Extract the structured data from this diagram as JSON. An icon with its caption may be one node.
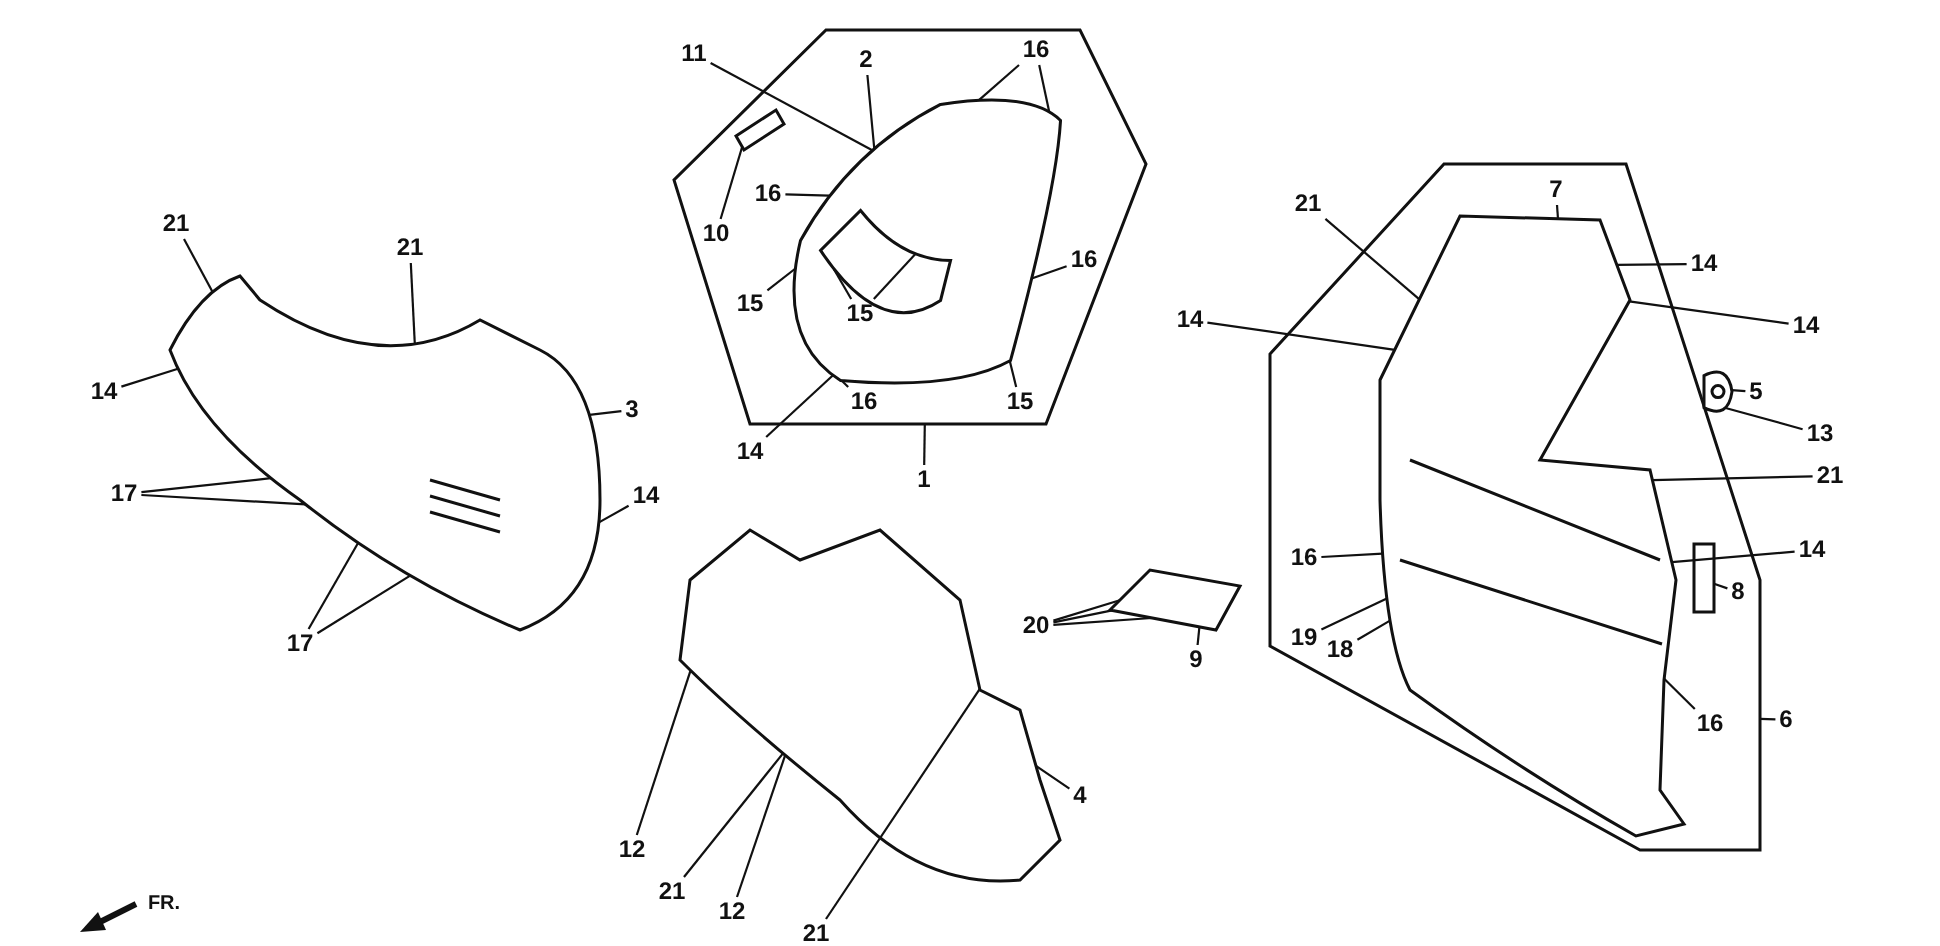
{
  "diagram": {
    "nodes": [
      {
        "text": [
          "21"
        ]
      },
      {
        "text": [
          "21"
        ]
      },
      {
        "text": [
          "14"
        ]
      },
      {
        "text": [
          "3"
        ]
      },
      {
        "text": [
          "17"
        ]
      },
      {
        "text": [
          "14"
        ]
      },
      {
        "text": [
          "17"
        ]
      },
      {
        "text": [
          "11"
        ]
      },
      {
        "text": [],
        "shape": "hexagon"
      },
      {
        "text": [
          "2"
        ],
        "in": 8
      },
      {
        "text": [
          "16"
        ],
        "in": 8
      },
      {
        "text": [
          "16"
        ],
        "in": 8
      },
      {
        "text": [
          "10"
        ],
        "in": 8
      },
      {
        "text": [
          "16"
        ],
        "in": 8
      },
      {
        "text": [
          "15"
        ],
        "in": 8
      },
      {
        "text": [
          "15"
        ],
        "in": 44
      },
      {
        "text": [
          "15"
        ],
        "in": 8
      },
      {
        "text": [
          "16"
        ],
        "in": 8
      },
      {
        "text": [
          "14"
        ]
      },
      {
        "text": [
          "1"
        ]
      },
      {
        "text": [
          "21"
        ]
      },
      {
        "text": [],
        "shape": "hexagon"
      },
      {
        "text": [
          "7"
        ],
        "in": 21
      },
      {
        "text": [
          "14"
        ]
      },
      {
        "text": [
          "14"
        ]
      },
      {
        "text": [
          "14"
        ]
      },
      {
        "text": [
          "5"
        ]
      },
      {
        "text": [
          "13"
        ]
      },
      {
        "text": [
          "21"
        ]
      },
      {
        "text": [
          "14"
        ]
      },
      {
        "text": [
          "16"
        ],
        "in": 21
      },
      {
        "text": [
          "8"
        ],
        "in": 21
      },
      {
        "text": [
          "20"
        ]
      },
      {
        "text": [
          "19"
        ],
        "in": 21
      },
      {
        "text": [
          "18"
        ],
        "in": 21
      },
      {
        "text": [
          "9"
        ]
      },
      {
        "text": [
          "16"
        ],
        "in": 21
      },
      {
        "text": [
          "6"
        ]
      },
      {
        "text": [
          "4"
        ]
      },
      {
        "text": [
          "12"
        ]
      },
      {
        "text": [
          "21"
        ]
      },
      {
        "text": [
          "12"
        ]
      },
      {
        "text": [
          "21"
        ]
      },
      {
        "text": [],
        "shape": "picture"
      },
      {
        "text": [],
        "shape": "picture",
        "in": 8
      },
      {
        "text": [],
        "shape": "picture",
        "in": 8
      },
      {
        "text": [],
        "shape": "picture"
      },
      {
        "text": [],
        "shape": "picture",
        "in": 21
      },
      {
        "text": [],
        "shape": "picture"
      },
      {
        "text": [],
        "shape": "picture"
      },
      {
        "text": [],
        "shape": "box",
        "in": 21
      }
    ],
    "edges": [
      {
        "from": 0,
        "to": 43,
        "arrow": "none"
      },
      {
        "from": 1,
        "to": 43,
        "arrow": "none"
      },
      {
        "from": 2,
        "to": 43,
        "arrow": "none"
      },
      {
        "from": 3,
        "to": 43,
        "arrow": "none"
      },
      {
        "from": 4,
        "to": 43,
        "arrow": "none"
      },
      {
        "from": 4,
        "to": 43,
        "arrow": "none"
      },
      {
        "from": 5,
        "to": 43,
        "arrow": "none"
      },
      {
        "from": 6,
        "to": 43,
        "arrow": "none"
      },
      {
        "from": 6,
        "to": 43,
        "arrow": "none"
      },
      {
        "from": 7,
        "to": 44,
        "arrow": "none"
      },
      {
        "from": 9,
        "to": 44,
        "arrow": "none"
      },
      {
        "from": 10,
        "to": 44,
        "arrow": "none"
      },
      {
        "from": 10,
        "to": 44,
        "arrow": "none"
      },
      {
        "from": 11,
        "to": 44,
        "arrow": "none"
      },
      {
        "from": 12,
        "to": 45,
        "arrow": "none"
      },
      {
        "from": 13,
        "to": 44,
        "arrow": "none"
      },
      {
        "from": 14,
        "to": 44,
        "arrow": "none"
      },
      {
        "from": 15,
        "to": 44,
        "arrow": "none"
      },
      {
        "from": 15,
        "to": 44,
        "arrow": "none"
      },
      {
        "from": 16,
        "to": 44,
        "arrow": "none"
      },
      {
        "from": 17,
        "to": 44,
        "arrow": "none"
      },
      {
        "from": 18,
        "to": 44,
        "arrow": "none"
      },
      {
        "from": 19,
        "to": 8,
        "arrow": "none"
      },
      {
        "from": 20,
        "to": 47,
        "arrow": "none"
      },
      {
        "from": 22,
        "to": 47,
        "arrow": "none"
      },
      {
        "from": 23,
        "to": 47,
        "arrow": "none"
      },
      {
        "from": 24,
        "to": 47,
        "arrow": "none"
      },
      {
        "from": 25,
        "to": 47,
        "arrow": "none"
      },
      {
        "from": 26,
        "to": 49,
        "arrow": "none"
      },
      {
        "from": 27,
        "to": 49,
        "arrow": "none"
      },
      {
        "from": 28,
        "to": 47,
        "arrow": "none"
      },
      {
        "from": 29,
        "to": 47,
        "arrow": "none"
      },
      {
        "from": 30,
        "to": 47,
        "arrow": "none"
      },
      {
        "from": 31,
        "to": 50,
        "arrow": "none"
      },
      {
        "from": 32,
        "to": 48,
        "arrow": "none"
      },
      {
        "from": 32,
        "to": 48,
        "arrow": "none"
      },
      {
        "from": 32,
        "to": 48,
        "arrow": "none"
      },
      {
        "from": 33,
        "to": 47,
        "arrow": "none"
      },
      {
        "from": 34,
        "to": 47,
        "arrow": "none"
      },
      {
        "from": 35,
        "to": 48,
        "arrow": "none"
      },
      {
        "from": 36,
        "to": 47,
        "arrow": "none"
      },
      {
        "from": 37,
        "to": 21,
        "arrow": "none"
      },
      {
        "from": 38,
        "to": 46,
        "arrow": "none"
      },
      {
        "from": 39,
        "to": 46,
        "arrow": "none"
      },
      {
        "from": 40,
        "to": 46,
        "arrow": "none"
      },
      {
        "from": 41,
        "to": 46,
        "arrow": "none"
      },
      {
        "from": 42,
        "to": 46,
        "arrow": "none"
      }
    ],
    "labels": [
      "FR."
    ]
  }
}
